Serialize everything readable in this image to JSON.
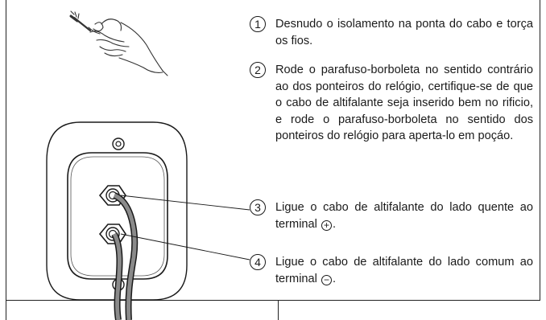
{
  "steps": [
    {
      "number": "1",
      "text": "Desnudo o isolamento na ponta do cabo e torça os fios."
    },
    {
      "number": "2",
      "text": "Rode o parafuso-borboleta no sentido contrário ao dos ponteiros do relógio, certifique-se de que o cabo de altifalante seja inserido bem no rificio, e rode o parafuso-borboleta no sentido dos ponteiros do relógio para aperta-lo em poçáo."
    },
    {
      "number": "3",
      "text": "Ligue o cabo de altifalante do lado quente ao terminal",
      "symbol": "+",
      "suffix": "."
    },
    {
      "number": "4",
      "text": "Ligue o cabo de altifalante do lado comum ao terminal",
      "symbol": "−",
      "suffix": "."
    }
  ],
  "icons": {
    "hand": "hand-twisting-wire-icon",
    "terminal": "speaker-terminal-plate-icon"
  }
}
